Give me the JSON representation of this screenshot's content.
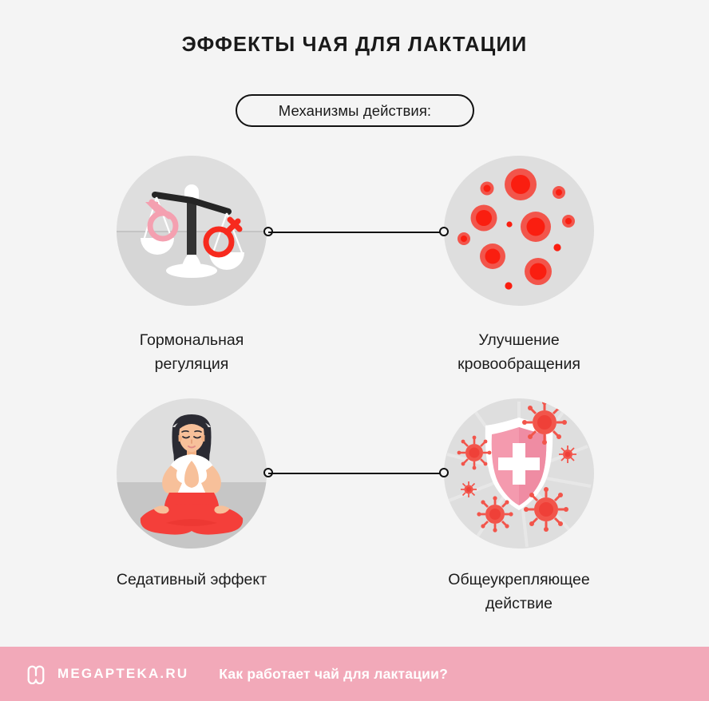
{
  "page": {
    "background_color": "#F4F4F4",
    "title": "ЭФФЕКТЫ ЧАЯ ДЛЯ ЛАКТАЦИИ"
  },
  "section_label": {
    "text": "Механизмы действия:",
    "border_color": "#111111"
  },
  "items": [
    {
      "id": "hormonal-regulation",
      "icon": "balance-scale-icon",
      "caption_line1": "Гормональная",
      "caption_line2": "регуляция"
    },
    {
      "id": "blood-circulation",
      "icon": "red-blood-cells-icon",
      "caption_line1": "Улучшение",
      "caption_line2": "кровообращения"
    },
    {
      "id": "sedative-effect",
      "icon": "meditating-woman-icon",
      "caption_line1": "Седативный эффект",
      "caption_line2": ""
    },
    {
      "id": "immune-support",
      "icon": "shield-virus-icon",
      "caption_line1": "Общеукрепляющее",
      "caption_line2": "действие"
    }
  ],
  "footer": {
    "logo_icon": "megapteka-m-logo-icon",
    "brand": "MEGAPTEKA.RU",
    "tagline": "Как работает чай для лактации?",
    "background_color": "#F2A9B9",
    "text_color": "#FFFFFF"
  },
  "palette": {
    "circle_bg": "#DEDEDE",
    "accent_red": "#FA2A1E",
    "accent_red_soft": "#F2554B",
    "accent_pink": "#F49AAE",
    "dark": "#333333",
    "white": "#FFFFFF",
    "skin": "#F2B184",
    "hair": "#2B2B33"
  }
}
